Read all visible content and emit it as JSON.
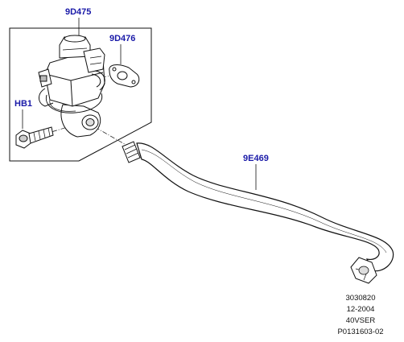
{
  "callouts": {
    "valve": "9D475",
    "gasket": "9D476",
    "bolt": "HB1",
    "tube": "9E469"
  },
  "info": {
    "line1": "3030820",
    "line2": "12-2004",
    "line3": "40VSER",
    "line4": "P0131603-02"
  },
  "colors": {
    "callout_text": "#1a1aa8",
    "line_art": "#111111"
  }
}
